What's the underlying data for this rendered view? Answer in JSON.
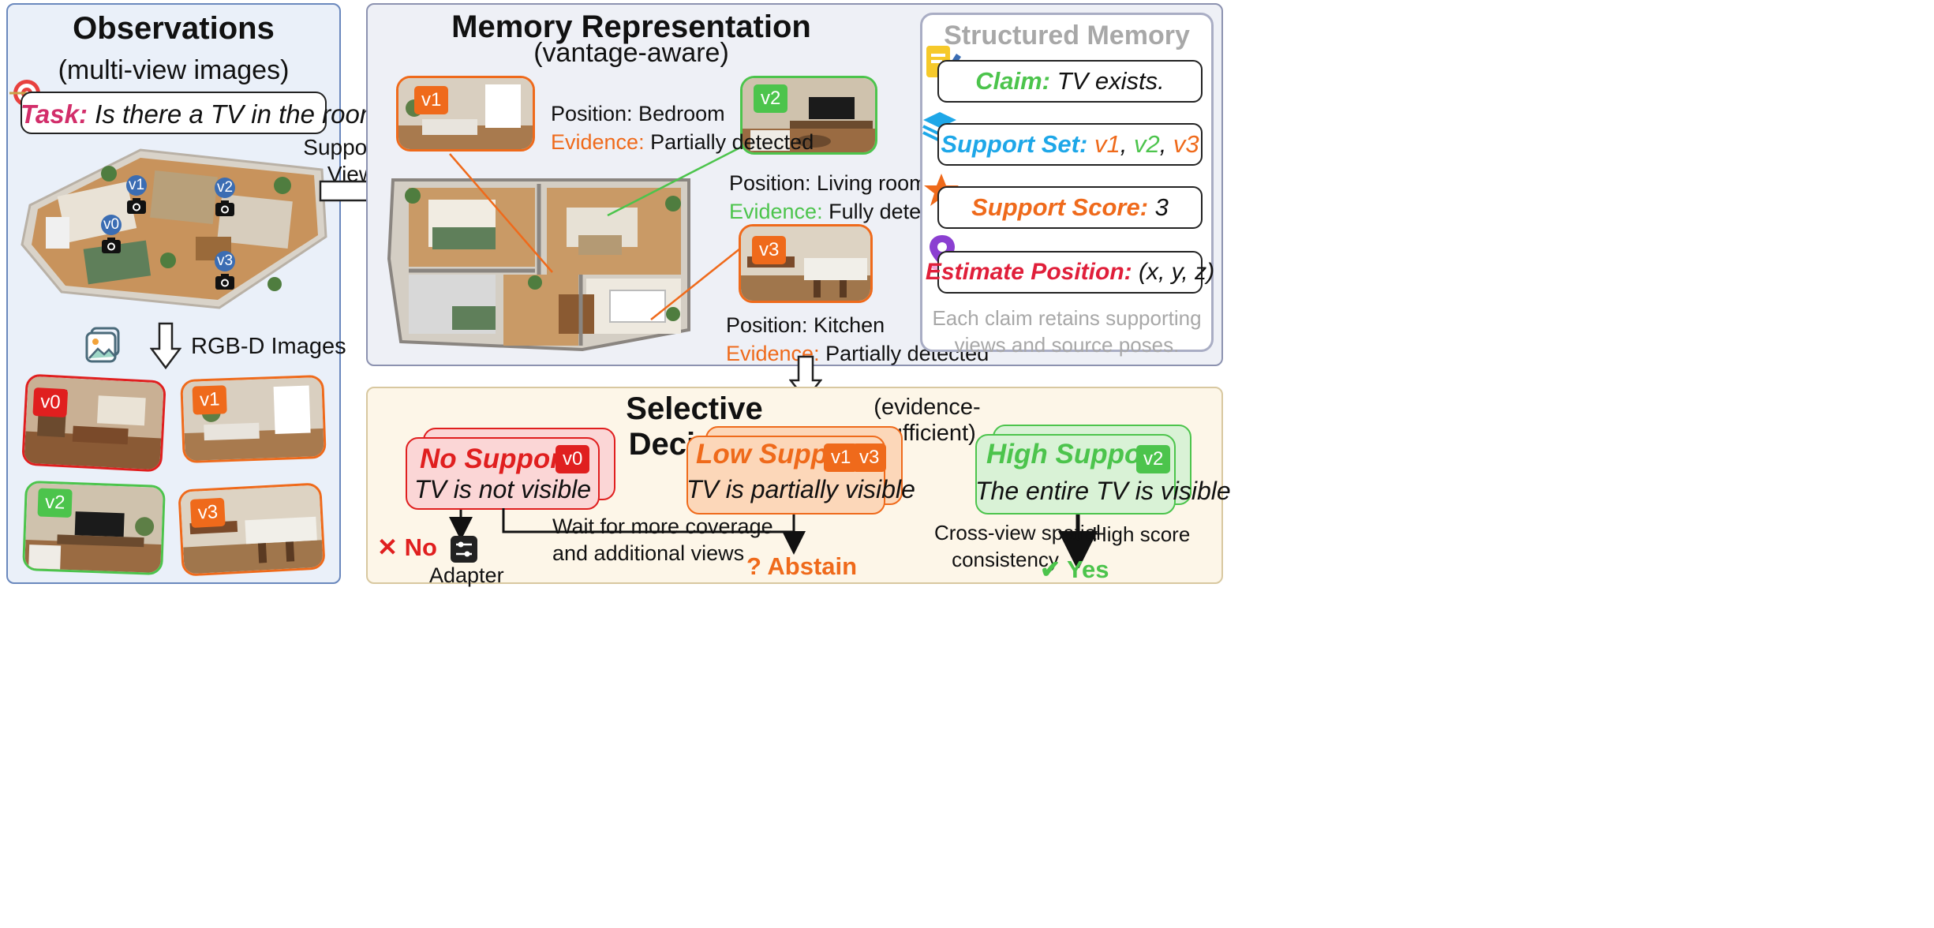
{
  "observations": {
    "title": "Observations",
    "subtitle": "(multi-view images)",
    "task_label": "Task:",
    "task_text": "Is there a TV in the room?",
    "rgbd_label": "RGB-D Images",
    "cam_views": [
      "v0",
      "v1",
      "v2",
      "v3"
    ],
    "thumbnails": [
      {
        "tag": "v0",
        "color": "#e01f1f"
      },
      {
        "tag": "v1",
        "color": "#ef6a1b"
      },
      {
        "tag": "v2",
        "color": "#4cc44c"
      },
      {
        "tag": "v3",
        "color": "#ef6a1b"
      }
    ]
  },
  "arrow_label": "Supporting\nViews",
  "memory": {
    "title": "Memory Representation",
    "subtitle": "(vantage-aware)",
    "views": [
      {
        "tag": "v1",
        "position": "Position: Bedroom",
        "evidence_label": "Evidence:",
        "evidence_value": "Partially detected",
        "color": "#ef6a1b"
      },
      {
        "tag": "v2",
        "position": "Position: Living room",
        "evidence_label": "Evidence:",
        "evidence_value": "Fully detected",
        "color": "#4cc44c"
      },
      {
        "tag": "v3",
        "position": "Position: Kitchen",
        "evidence_label": "Evidence:",
        "evidence_value": "Partially detected",
        "color": "#ef6a1b"
      }
    ]
  },
  "structured": {
    "title": "Structured Memory",
    "claim_label": "Claim:",
    "claim_value": "TV exists.",
    "support_set_label": "Support Set:",
    "support_set_values": [
      "v1",
      "v2",
      "v3"
    ],
    "support_score_label": "Support Score:",
    "support_score_value": "3",
    "estimate_label": "Estimate Position:",
    "estimate_value": "(x, y, z)",
    "footnote_1": "Each claim retains supporting",
    "footnote_2": "views and source poses."
  },
  "decision": {
    "title": "Selective Decision",
    "subtitle": "(evidence-sufficient)",
    "no_support": {
      "title": "No Support",
      "tags": [
        "v0"
      ],
      "text": "TV is not visible",
      "color": "#e01f1f"
    },
    "low_support": {
      "title": "Low Support",
      "tags": [
        "v1",
        "v3"
      ],
      "text": "TV is partially visible",
      "color": "#ef6a1b"
    },
    "high_support": {
      "title": "High Support",
      "tags": [
        "v2"
      ],
      "text": "The entire TV is visible",
      "color": "#4cc44c"
    },
    "wait_text_1": "Wait for more coverage",
    "wait_text_2": "and additional views",
    "no_label": "No",
    "adapter_label": "Adapter",
    "abstain_label": "Abstain",
    "cross_view_1": "Cross-view spatial",
    "cross_view_2": "consistency",
    "high_score": "High score",
    "yes_label": "Yes"
  }
}
